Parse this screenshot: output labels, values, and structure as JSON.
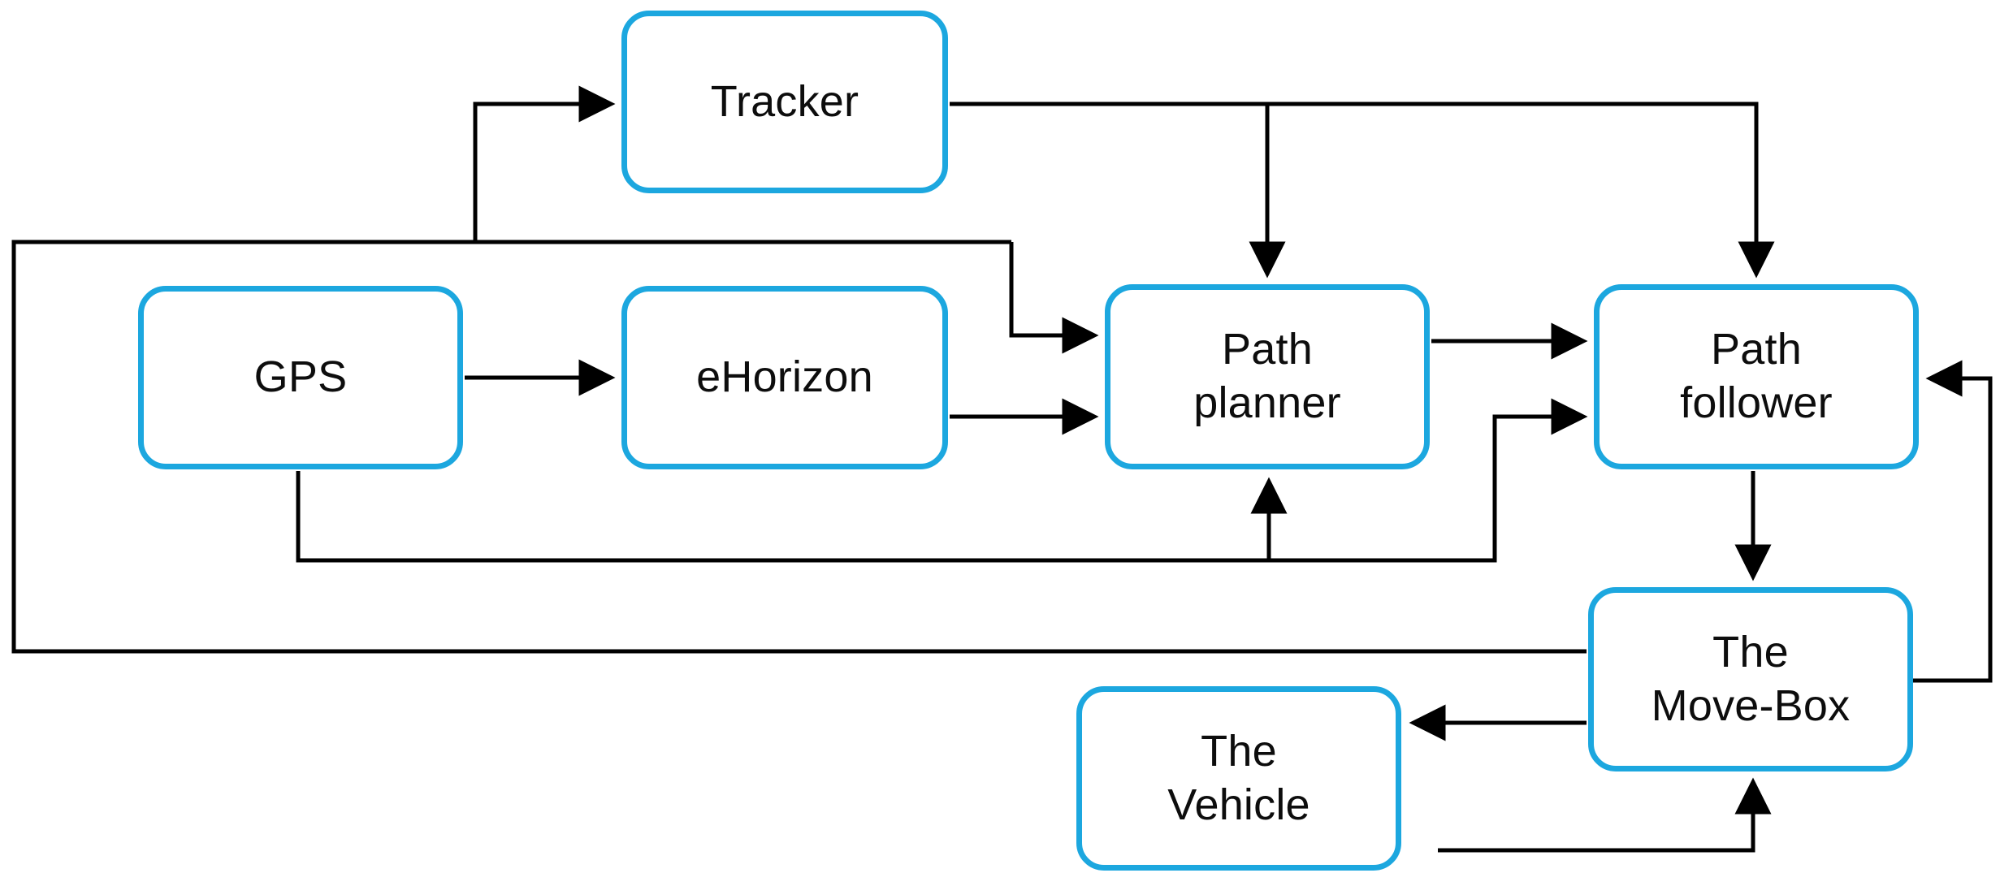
{
  "diagram": {
    "title": "Autonomous driving control architecture block diagram",
    "colors": {
      "node_border": "#1CA7DF",
      "node_fill": "#FFFFFF",
      "wire": "#000000",
      "label_text": "#0D0D0D",
      "background": "#FFFFFF"
    },
    "nodes": [
      {
        "id": "tracker",
        "label": "Tracker"
      },
      {
        "id": "gps",
        "label": "GPS"
      },
      {
        "id": "ehorizon",
        "label": "eHorizon"
      },
      {
        "id": "path_planner",
        "label": "Path\nplanner"
      },
      {
        "id": "path_follower",
        "label": "Path\nfollower"
      },
      {
        "id": "move_box",
        "label": "The\nMove-Box"
      },
      {
        "id": "vehicle",
        "label": "The\nVehicle"
      }
    ],
    "edges": [
      {
        "id": "e1",
        "from": "gps",
        "to": "ehorizon",
        "arrow": "right"
      },
      {
        "id": "e2",
        "from": "ehorizon",
        "to": "path_planner",
        "arrow": "right"
      },
      {
        "id": "e3",
        "from": "path_planner",
        "to": "path_follower",
        "arrow": "right"
      },
      {
        "id": "e4",
        "from": "path_follower",
        "to": "move_box",
        "arrow": "down"
      },
      {
        "id": "e5",
        "from": "move_box",
        "to": "vehicle",
        "arrow": "left"
      },
      {
        "id": "e6",
        "from": "vehicle",
        "to": "move_box",
        "arrow": "up"
      },
      {
        "id": "e7",
        "from": "move_box",
        "to": "path_follower",
        "arrow": "left"
      },
      {
        "id": "e8",
        "from": "tracker",
        "to": "path_planner",
        "arrow": "down"
      },
      {
        "id": "e9",
        "from": "tracker",
        "to": "path_follower",
        "arrow": "down"
      },
      {
        "id": "e10",
        "from": "move_box",
        "to": "tracker",
        "arrow": "right"
      },
      {
        "id": "e11",
        "from": "move_box",
        "to": "path_planner",
        "arrow": "right"
      },
      {
        "id": "e12",
        "from": "gps",
        "to": "path_planner",
        "arrow": "up"
      },
      {
        "id": "e13",
        "from": "gps",
        "to": "path_follower",
        "arrow": "right"
      }
    ]
  }
}
